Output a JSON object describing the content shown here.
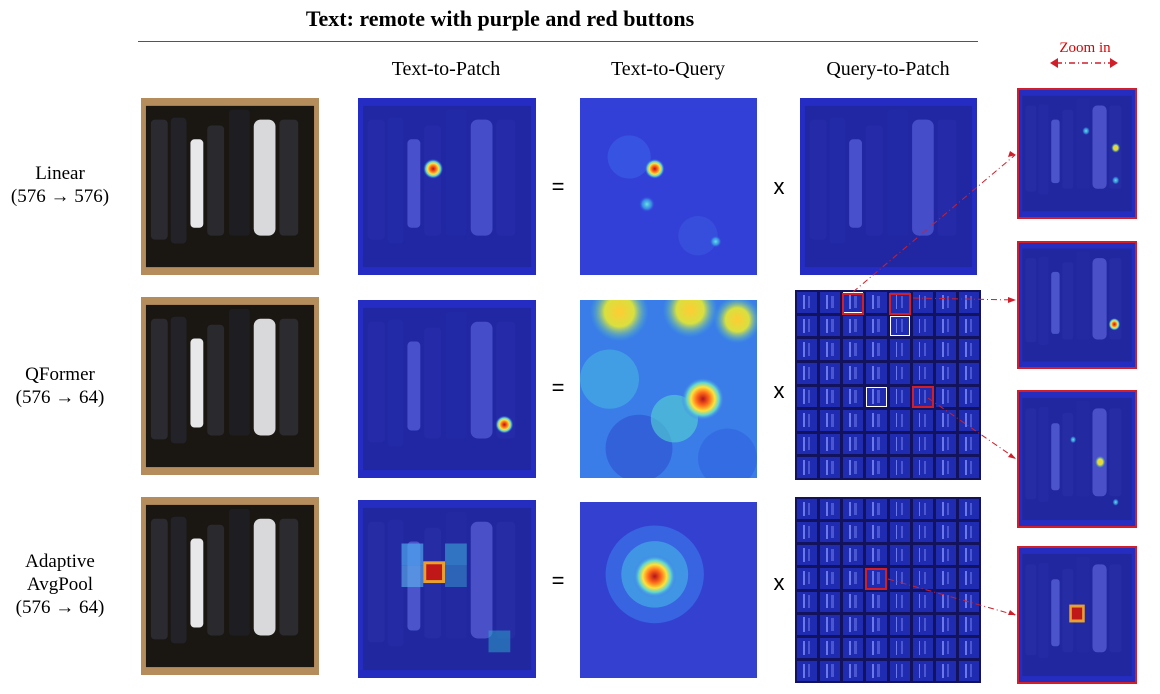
{
  "figure": {
    "title": "Text: remote with purple and red buttons",
    "columns": [
      "Text-to-Patch",
      "Text-to-Query",
      "Query-to-Patch"
    ],
    "zoom_label": "Zoom in",
    "operators": {
      "equals": "=",
      "times": "x"
    },
    "rows": [
      {
        "name": "Linear",
        "dims": "(576 → 576)"
      },
      {
        "name": "QFormer",
        "dims": "(576 → 64)"
      },
      {
        "name_line1": "Adaptive",
        "name_line2": "AvgPool",
        "dims": "(576 → 64)"
      }
    ]
  },
  "colors": {
    "accent_red": "#d01f2a",
    "heatmap_low": "#2630c8",
    "heatmap_high": "#d8282a"
  }
}
